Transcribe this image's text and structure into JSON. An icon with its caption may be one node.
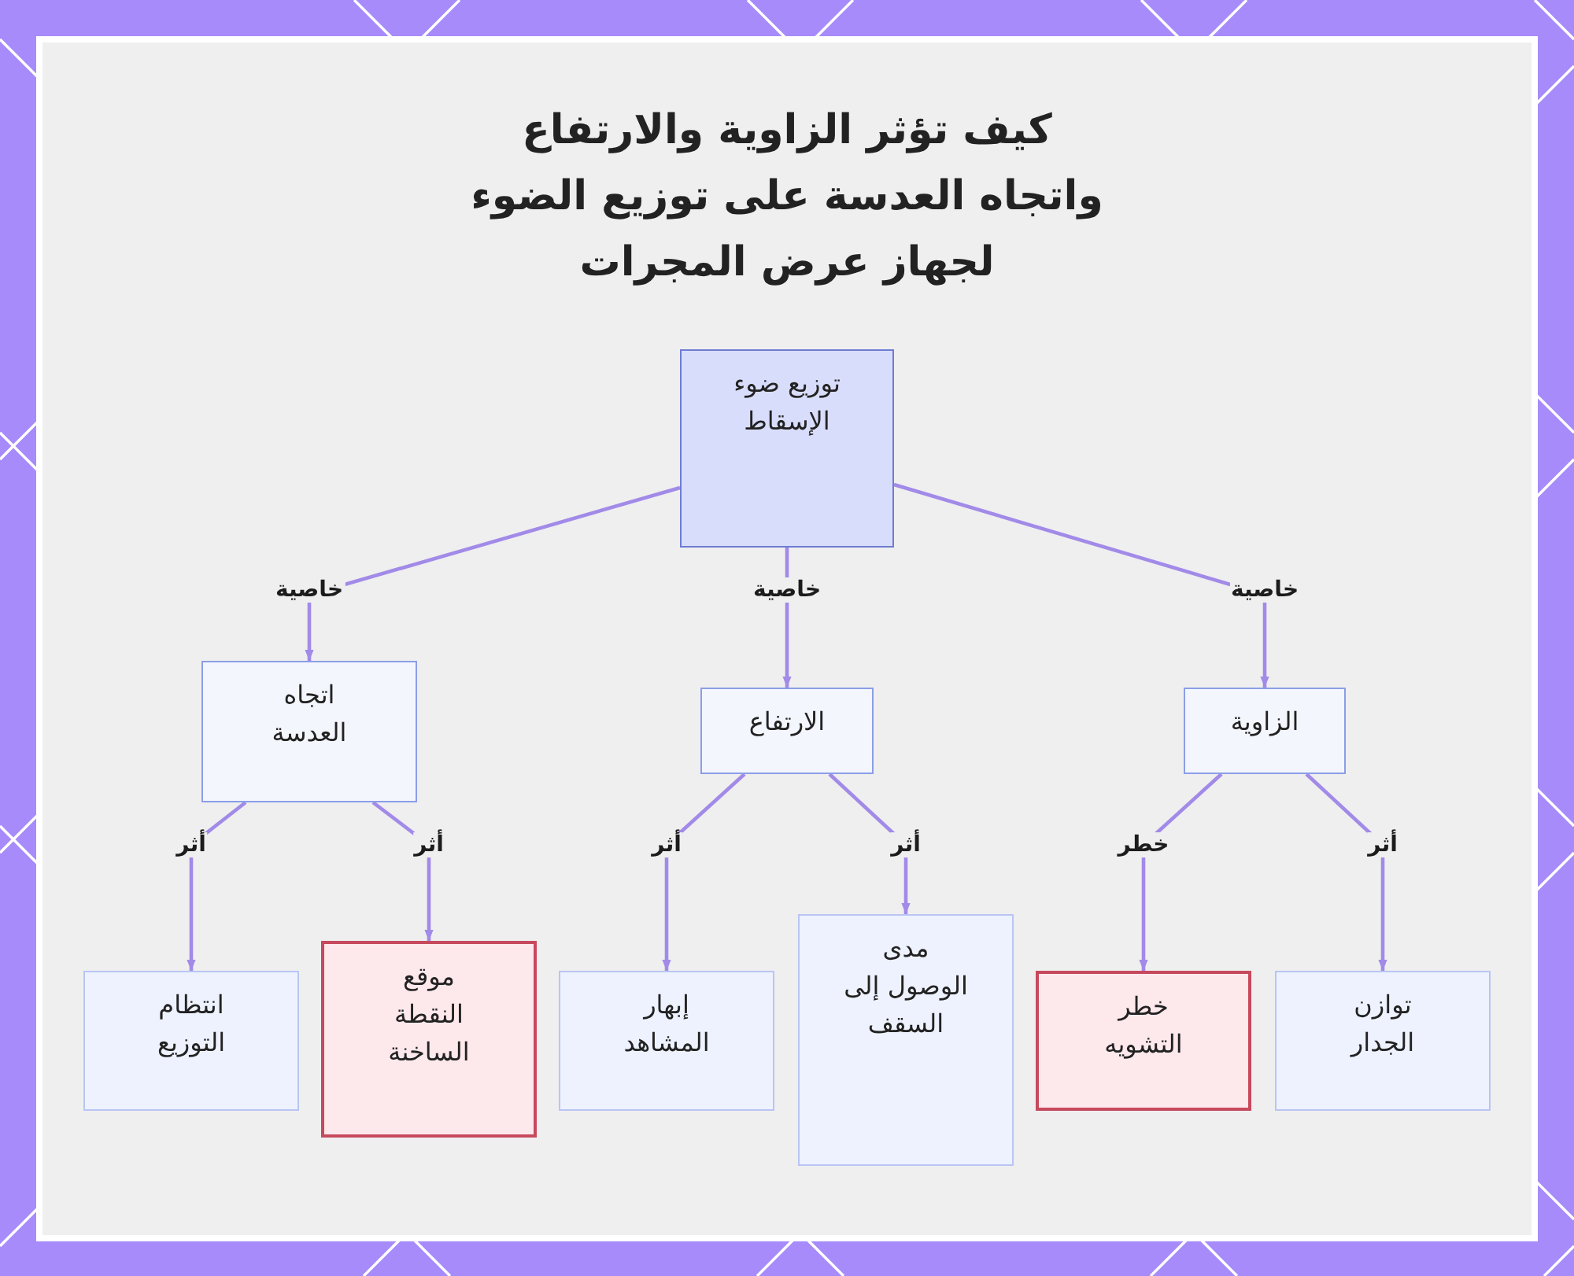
{
  "diagram": {
    "title": "كيف تؤثر الزاوية والارتفاع واتجاه العدسة على توزيع الضوء لجهاز عرض المجرات",
    "nodes": [
      {
        "text": [
          "توزيع ضوء الإسقاط"
        ]
      },
      {
        "text": [
          "الزاوية"
        ]
      },
      {
        "text": [
          "الارتفاع"
        ]
      },
      {
        "text": [
          "اتجاه العدسة"
        ]
      },
      {
        "text": [
          "توازن الجدار"
        ]
      },
      {
        "text": [
          "خطر التشويه"
        ]
      },
      {
        "text": [
          "مدى الوصول إلى السقف"
        ]
      },
      {
        "text": [
          "إبهار المشاهد"
        ]
      },
      {
        "text": [
          "موقع النقطة الساخنة"
        ]
      },
      {
        "text": [
          "انتظام التوزيع"
        ]
      }
    ],
    "edges": [
      {
        "from": 0,
        "to": 1,
        "arrow": "to",
        "label": "خاصية"
      },
      {
        "from": 0,
        "to": 2,
        "arrow": "to",
        "label": "خاصية"
      },
      {
        "from": 0,
        "to": 3,
        "arrow": "to",
        "label": "خاصية"
      },
      {
        "from": 1,
        "to": 4,
        "arrow": "to",
        "label": "أثر"
      },
      {
        "from": 1,
        "to": 5,
        "arrow": "to",
        "label": "خطر"
      },
      {
        "from": 2,
        "to": 6,
        "arrow": "to",
        "label": "أثر"
      },
      {
        "from": 2,
        "to": 7,
        "arrow": "to",
        "label": "أثر"
      },
      {
        "from": 3,
        "to": 8,
        "arrow": "to",
        "label": "أثر"
      },
      {
        "from": 3,
        "to": 9,
        "arrow": "to",
        "label": "أثر"
      }
    ]
  }
}
